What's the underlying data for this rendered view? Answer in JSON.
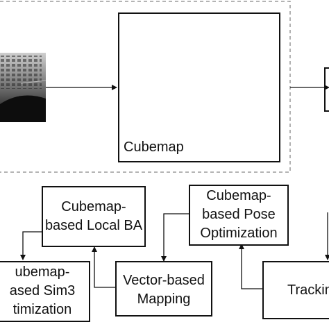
{
  "diagram": {
    "colors": {
      "line": "#111111",
      "dashed_frame": "#888888",
      "background": "#ffffff"
    },
    "nodes": {
      "cubemap": {
        "label": "Cubemap"
      },
      "cubemap_local_ba": {
        "line1": "Cubemap-",
        "line2": "based Local BA"
      },
      "cubemap_pose_opt": {
        "line1": "Cubemap-",
        "line2": "based Pose",
        "line3": "Optimization"
      },
      "cubemap_sim3": {
        "line1": "ubemap-",
        "line2": "ased Sim3",
        "line3": "timization"
      },
      "vector_mapping": {
        "line1": "Vector-based",
        "line2": "Mapping"
      },
      "tracking": {
        "label": "Trackin"
      }
    }
  }
}
